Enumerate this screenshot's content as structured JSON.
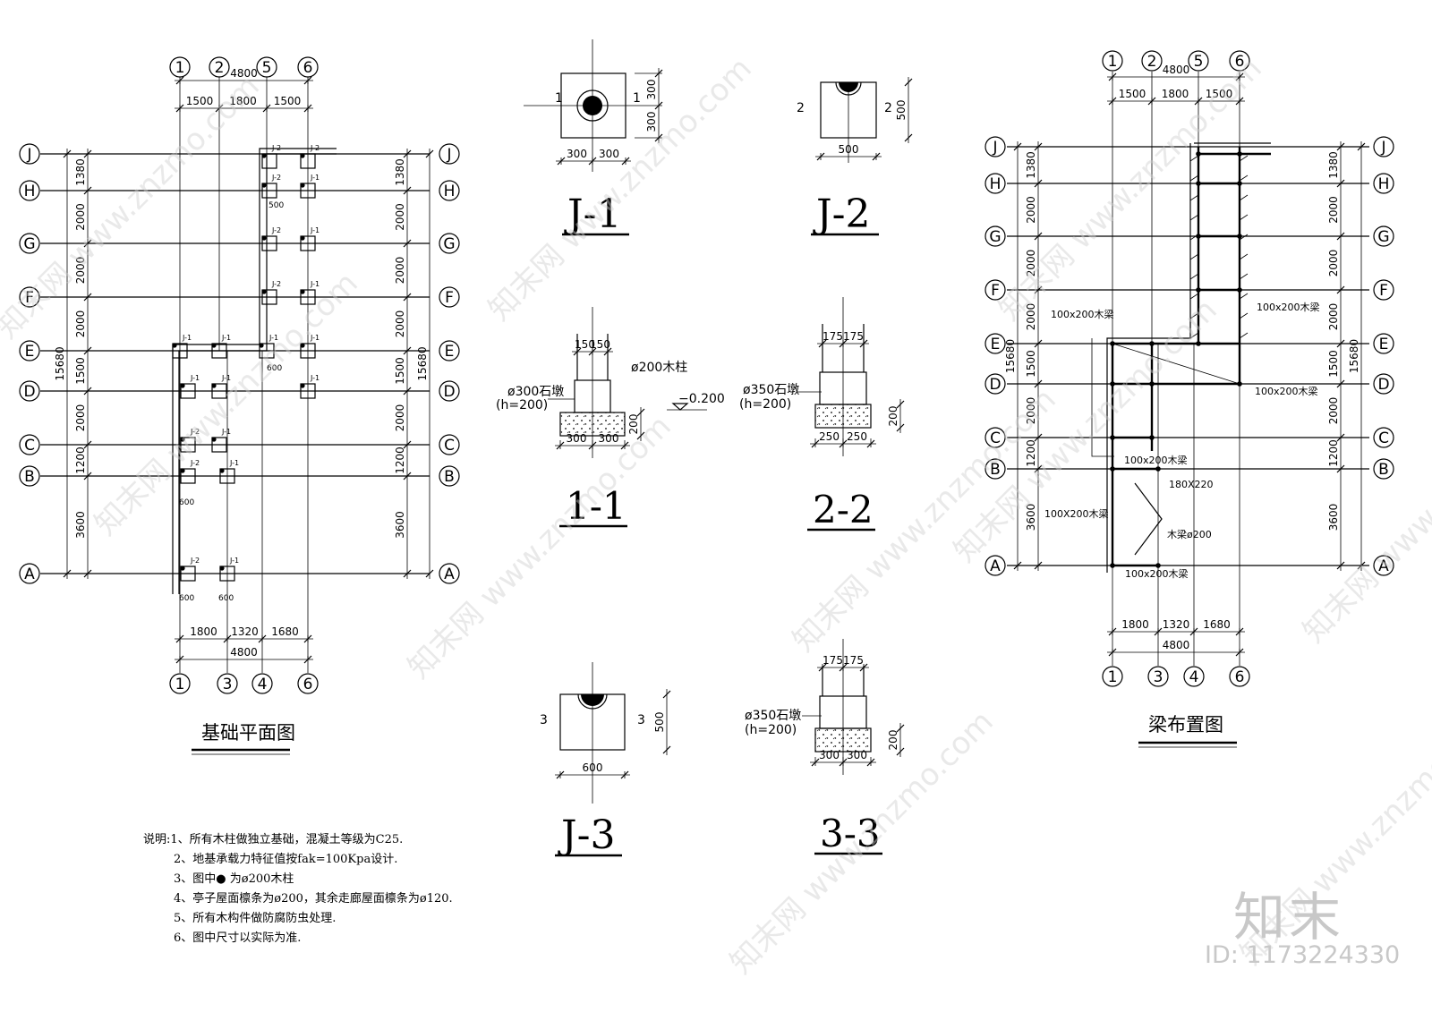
{
  "titles": {
    "foundation_plan": "基础平面图",
    "beam_layout": "梁布置图",
    "j1": "J-1",
    "j2": "J-2",
    "j3": "J-3",
    "s11": "1-1",
    "s22": "2-2",
    "s33": "3-3"
  },
  "axes": {
    "top": [
      "1",
      "2",
      "5",
      "6"
    ],
    "bottom": [
      "1",
      "3",
      "4",
      "6"
    ],
    "rows": [
      "J",
      "H",
      "G",
      "F",
      "E",
      "D",
      "C",
      "B",
      "A"
    ]
  },
  "dims": {
    "top_total": "4800",
    "top_spans": [
      "1500",
      "1800",
      "1500"
    ],
    "bottom_total": "4800",
    "bottom_spans": [
      "1800",
      "1320",
      "1680"
    ],
    "row_spans": [
      "1380",
      "2000",
      "2000",
      "2000",
      "1500",
      "2000",
      "1200",
      "3600"
    ],
    "overall": "15680",
    "pad_600": "600",
    "pad_500": "500",
    "j1_half": "300",
    "j1_w": [
      "300",
      "300"
    ],
    "j2_h": "500",
    "j2_w": "500",
    "j3_h": "500",
    "j3_w": "600",
    "s_150": "150",
    "s_175": "175",
    "s_200": "200",
    "s11_w": [
      "300",
      "300"
    ],
    "s22_w": [
      "250",
      "250"
    ],
    "s33_w": [
      "300",
      "300"
    ]
  },
  "labels": {
    "column": "ø200木柱",
    "pier300": "ø300石墩",
    "pier350": "ø350石墩",
    "h200": "(h=200)",
    "elev": "−0.200",
    "beam100": "100x200木梁",
    "beam100b": "100X200木梁",
    "beam180": "180X220",
    "beam_round": "木梁ø200",
    "j1tag": "J-1",
    "j2tag": "J-2",
    "j3tag": "J-3",
    "sec1": "1",
    "sec2": "2",
    "sec3": "3"
  },
  "notes": [
    "说明:1、所有木柱做独立基础，混凝土等级为C25.",
    "2、地基承载力特征值按fak=100Kpa设计.",
    "3、图中● 为ø200木柱",
    "4、亭子屋面檩条为ø200，其余走廊屋面檩条为ø120.",
    "5、所有木构件做防腐防虫处理.",
    "6、图中尺寸以实际为准."
  ],
  "watermark": {
    "site": "www.znzmo.com",
    "brand": "知末网",
    "logo": "知末",
    "id": "ID: 1173224330"
  }
}
